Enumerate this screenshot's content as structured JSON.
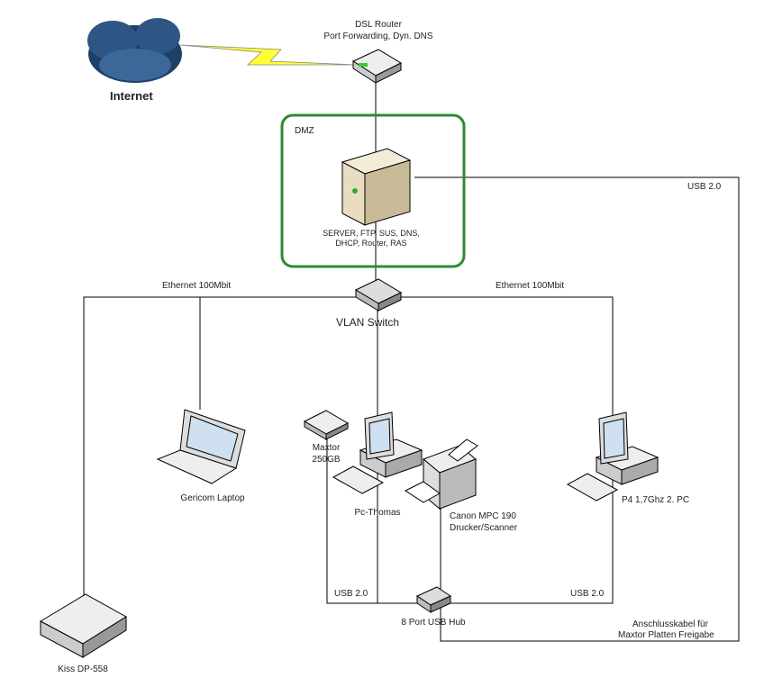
{
  "internet": {
    "label": "Internet"
  },
  "router": {
    "title": "DSL Router",
    "subtitle": "Port Forwarding, Dyn. DNS"
  },
  "dmz": {
    "label": "DMZ",
    "color": "#2e8b2e"
  },
  "server": {
    "line1": "SERVER, FTP, SUS, DNS,",
    "line2": "DHCP, Router, RAS"
  },
  "switch": {
    "label": "VLAN Switch"
  },
  "links": {
    "ethernet_left": "Ethernet 100Mbit",
    "ethernet_right": "Ethernet 100Mbit",
    "usb_server": "USB 2.0",
    "usb_left": "USB 2.0",
    "usb_right": "USB 2.0",
    "cable_line1": "Anschlusskabel für",
    "cable_line2": "Maxtor Platten Freigabe"
  },
  "devices": {
    "laptop": "Gericom Laptop",
    "maxtor_line1": "Maxtor",
    "maxtor_line2": "250GB",
    "pc_thomas": "Pc-Thomas",
    "printer_line1": "Canon MPC 190",
    "printer_line2": "Drucker/Scanner",
    "pc2": "P4 1,7Ghz 2. PC",
    "hub": "8 Port USB Hub",
    "kiss": "Kiss DP-558"
  }
}
